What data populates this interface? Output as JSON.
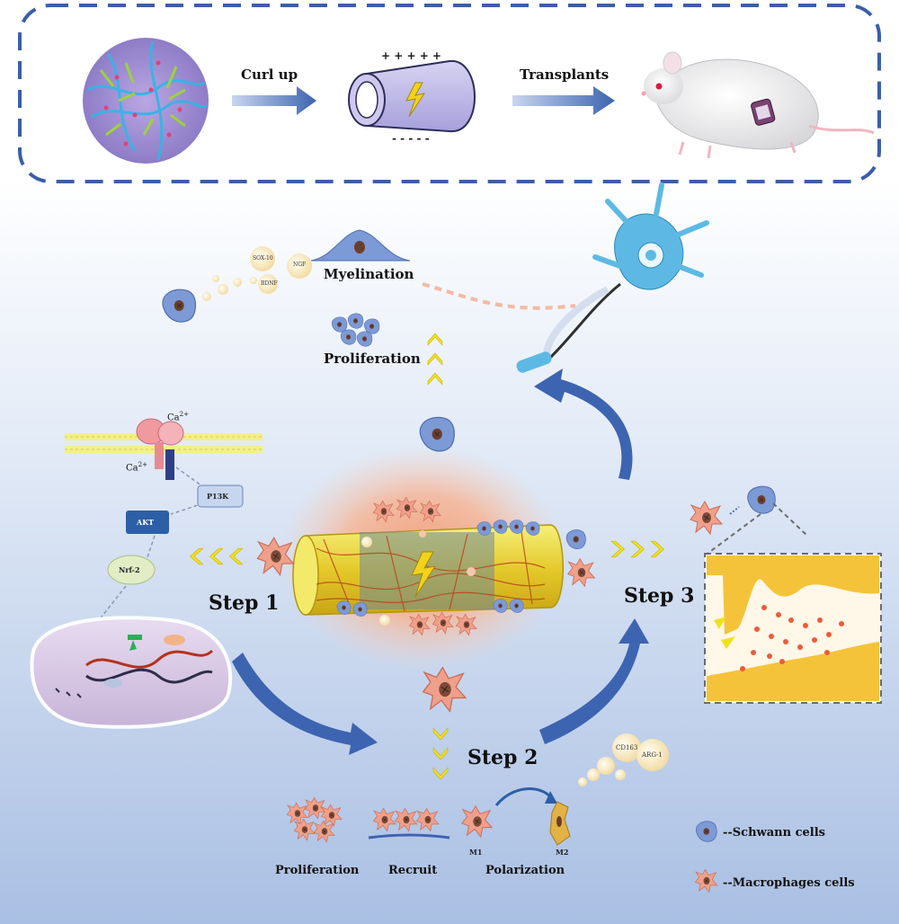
{
  "top_panel": {
    "curl_up": "Curl up",
    "transplants": "Transplants",
    "plus_marks": "+ + + + +",
    "minus_marks": "- - - - -"
  },
  "top_cycle": {
    "myelination": "Myelination",
    "proliferation": "Proliferation",
    "sox10": "SOX-10",
    "ngf": "NGF",
    "bdnf": "BDNF"
  },
  "pathway": {
    "ca_top": "Ca",
    "ca_bottom": "Ca",
    "ca_charge": "2+",
    "p13k": "P13K",
    "akt": "AKT",
    "nrf2": "Nrf-2"
  },
  "steps": {
    "step1": "Step 1",
    "step2": "Step 2",
    "step3": "Step 3"
  },
  "bottom": {
    "proliferation": "Proliferation",
    "recruit": "Recruit",
    "polarization": "Polarization",
    "m1": "M1",
    "m2": "M2",
    "cd163": "CD163",
    "arg1": "ARG-1"
  },
  "legend": {
    "schwann": "--Schwann cells",
    "macrophage": "--Macrophages cells"
  },
  "colors": {
    "dashed_frame": "#3b5ea8",
    "arrow_blue": "#3d64b0",
    "chevron_yellow": "#f2e21c",
    "macrophage": "#f0a08a",
    "schwann": "#7c9ad6",
    "glow": "#f49a72"
  }
}
